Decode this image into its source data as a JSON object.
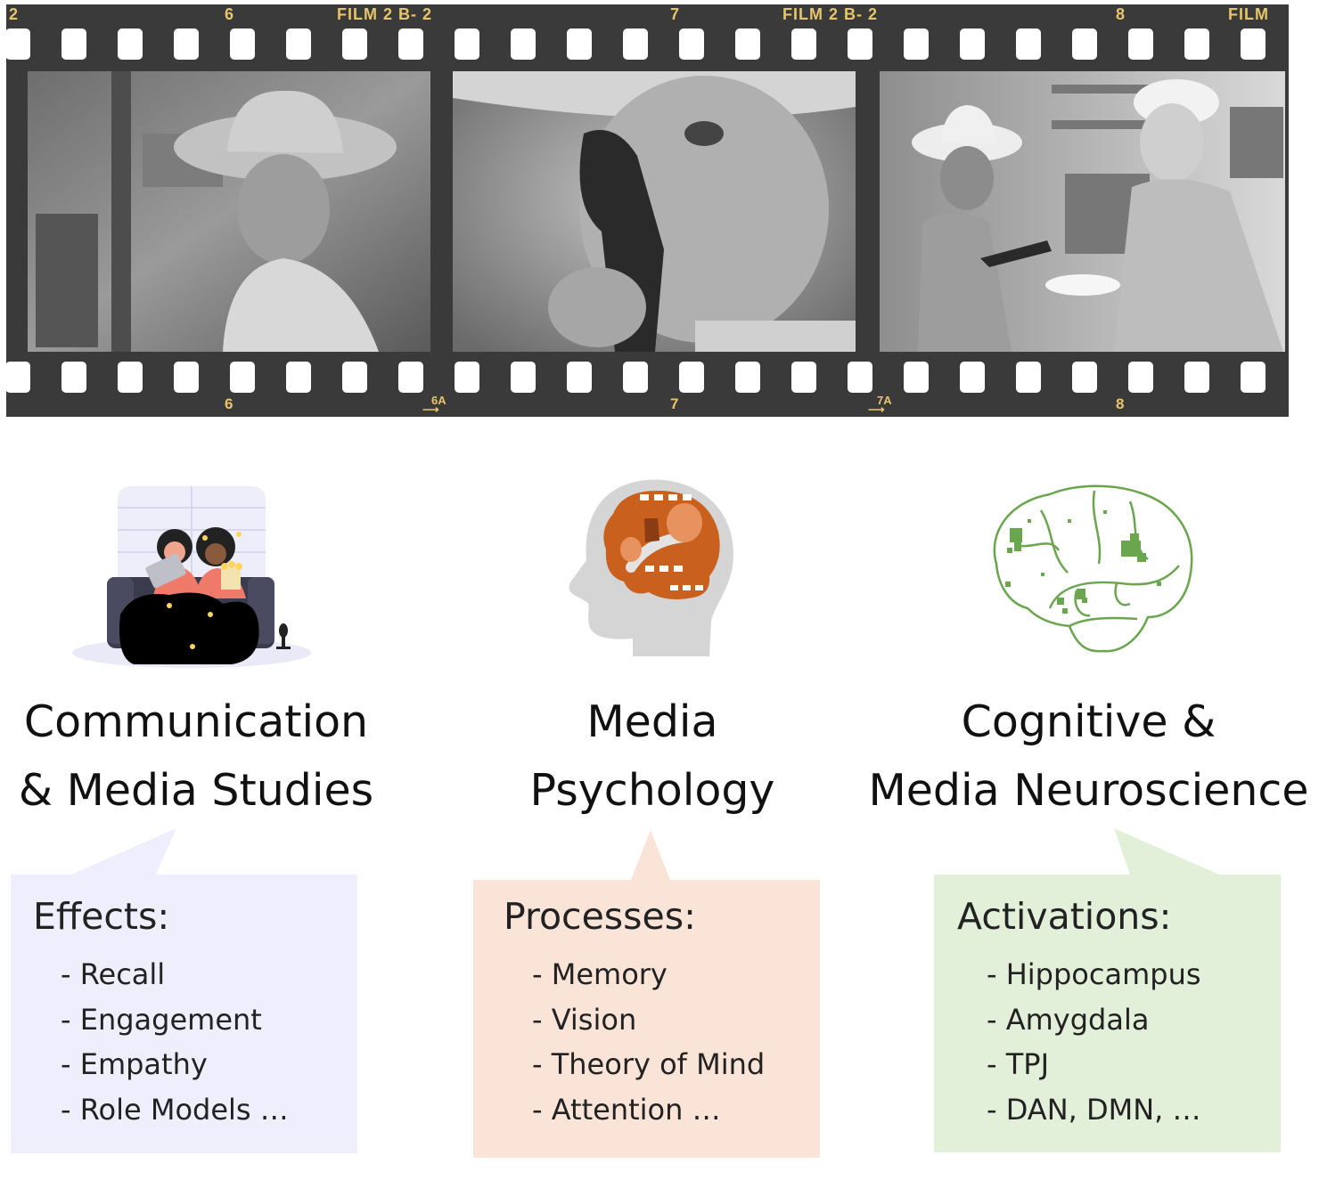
{
  "filmstrip": {
    "edge_top": [
      {
        "text": "2",
        "id": "top-2"
      },
      {
        "text": "6",
        "id": "top-6"
      },
      {
        "text": "FILM  2  B- 2",
        "id": "top-film1"
      },
      {
        "text": "7",
        "id": "top-7"
      },
      {
        "text": "FILM  2  B- 2",
        "id": "top-film2"
      },
      {
        "text": "8",
        "id": "top-8"
      },
      {
        "text": "FILM",
        "id": "top-film3"
      }
    ],
    "edge_bottom": [
      {
        "text": "6",
        "id": "bot-6"
      },
      {
        "text": "6A",
        "id": "bot-6a"
      },
      {
        "text": "7",
        "id": "bot-7"
      },
      {
        "text": "7A",
        "id": "bot-7a"
      },
      {
        "text": "8",
        "id": "bot-8"
      }
    ],
    "frames": [
      "boy-in-cowboy-hat",
      "boy-aiming-revolver",
      "boy-with-gun-and-woman-in-store"
    ]
  },
  "columns": [
    {
      "title_lines": [
        "Communication",
        "& Media Studies"
      ],
      "box_heading": "Effects:",
      "items": [
        "- Recall",
        "- Engagement",
        "- Empathy",
        "- Role Models …"
      ],
      "color": "#eeeefd",
      "icon": "audience-on-couch-icon"
    },
    {
      "title_lines": [
        "Media",
        "Psychology"
      ],
      "box_heading": "Processes:",
      "items": [
        "- Memory",
        "- Vision",
        "- Theory of Mind",
        "- Attention …"
      ],
      "color": "#fae4d8",
      "icon": "head-with-film-brain-icon"
    },
    {
      "title_lines": [
        "Cognitive &",
        "Media Neuroscience"
      ],
      "box_heading": "Activations:",
      "items": [
        "- Hippocampus",
        "- Amygdala",
        "- TPJ",
        "- DAN, DMN, …"
      ],
      "color": "#e3f0d9",
      "icon": "brain-activation-icon"
    }
  ],
  "colors": {
    "film": "#3a3a3a",
    "film_marks": "#e8c56a",
    "orange": "#c9601e",
    "green": "#6aa64e",
    "head_grey": "#d5d5d5"
  }
}
